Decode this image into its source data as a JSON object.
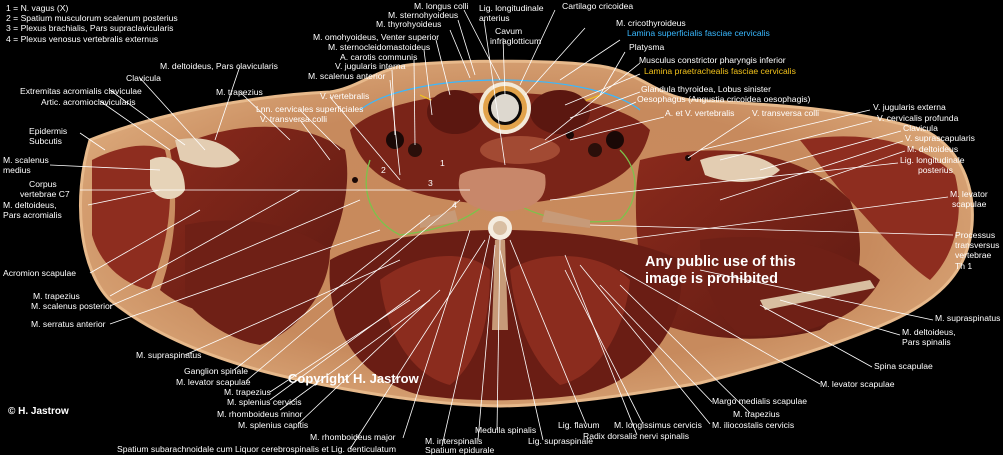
{
  "legend": [
    "1 = N. vagus (X)",
    "2 = Spatium musculorum scalenum posterius",
    "3 = Plexus brachialis, Pars supraclavicularis",
    "4 = Plexus venosus vertebralis externus"
  ],
  "notice": "Any public use of this image is prohibited",
  "copyright": "Copyright H. Jastrow",
  "credit": "© H. Jastrow",
  "numbers": {
    "n1": "1",
    "n2": "2",
    "n3": "3",
    "n4": "4"
  },
  "labels": {
    "longus_colli": "M. longus colli",
    "sternohyoideus": "M. sternohyoideus",
    "thyrohyoideus": "M. thyrohyoideus",
    "omohyoideus": "M. omohyoideus, Venter superior",
    "sternocleido": "M. sternocleidomastoideus",
    "carotis": "A. carotis communis",
    "jugularis_interna": "V. jugularis interna",
    "scalenus_anterior": "M. scalenus anterior",
    "lig_long_ant_1": "Lig. longitudinale",
    "lig_long_ant_2": "anterius",
    "cavum_1": "Cavum",
    "cavum_2": "infraglotticum",
    "cartilago": "Cartilago cricoidea",
    "cricothyroideus": "M. cricothyroideus",
    "lamina_superf": "Lamina superficialis fasciae cervicalis",
    "platysma": "Platysma",
    "constrictor": "Musculus constrictor pharyngis inferior",
    "lamina_praetr": "Lamina praetrachealis fasciae cervicalis",
    "glandula": "Glandula thyroidea, Lobus sinister",
    "oesophagus": "Oesophagus (Angustia cricoidea oesophagis)",
    "a_v_vert": "A. et V. vertebralis",
    "v_transversa_r": "V. transversa colli",
    "v_jug_ext": "V. jugularis externa",
    "v_cerv_prof": "V. cervicalis profunda",
    "clavicula_r": "Clavicula",
    "v_suprascap": "V. suprascapularis",
    "deltoideus_r": "M. deltoideus",
    "lig_long_post_1": "Lig. longitudinale",
    "lig_long_post_2": "posterius",
    "levator_r_1": "M. levator",
    "levator_r_2": "scapulae",
    "proc_1": "Processus",
    "proc_2": "transversus",
    "proc_3": "vertebrae",
    "proc_4": "Th 1",
    "supraspinatus_r": "M. supraspinatus",
    "deltoideus_sp_1": "M. deltoideus,",
    "deltoideus_sp_2": "Pars spinalis",
    "spina": "Spina scapulae",
    "levator_bot": "M. levator scapulae",
    "margo": "Margo medialis scapulae",
    "trapezius_bot": "M. trapezius",
    "iliocostalis": "M. iliocostalis cervicis",
    "longissimus": "M. longissimus cervicis",
    "radix": "Radix dorsalis nervi spinalis",
    "lig_flavum": "Lig. flavum",
    "lig_supra": "Lig. supraspinale",
    "medulla": "Medulla spinalis",
    "interspinalis": "M. interspinalis",
    "spatium_epi": "Spatium epidurale",
    "rhomb_major": "M. rhomboideus major",
    "spatium_sub": "Spatium subarachnoidale cum Liquor cerebrospinalis et Lig. denticulatum",
    "splenius_capitis": "M. splenius capitis",
    "rhomb_minor": "M. rhomboideus minor",
    "splenius_cerv": "M. splenius cervicis",
    "trapezius_l2": "M. trapezius",
    "levator_l": "M. levator scapulae",
    "ganglion": "Ganglion spinale",
    "supraspinatus_l": "M. supraspinatus",
    "serratus": "M. serratus anterior",
    "scalenus_post": "M. scalenus posterior",
    "trapezius_l": "M. trapezius",
    "acromion": "Acromion scapulae",
    "deltoideus_acr_1": "M. deltoideus,",
    "deltoideus_acr_2": "Pars acromialis",
    "corpus_1": "Corpus",
    "corpus_2": "vertebrae C7",
    "scalenus_med_1": "M. scalenus",
    "scalenus_med_2": "medius",
    "epidermis": "Epidermis",
    "subcutis": "Subcutis",
    "artic": "Artic. acromioclavicularis",
    "extremitas": "Extremitas acromialis claviculae",
    "clavicula_l": "Clavicula",
    "deltoideus_clav": "M. deltoideus, Pars clavicularis",
    "trapezius_top": "M. trapezius",
    "lnn": "Lnn. cervicales superficiales",
    "v_transversa_l": "V. transversa colli",
    "v_vertebralis": "V. vertebralis"
  }
}
